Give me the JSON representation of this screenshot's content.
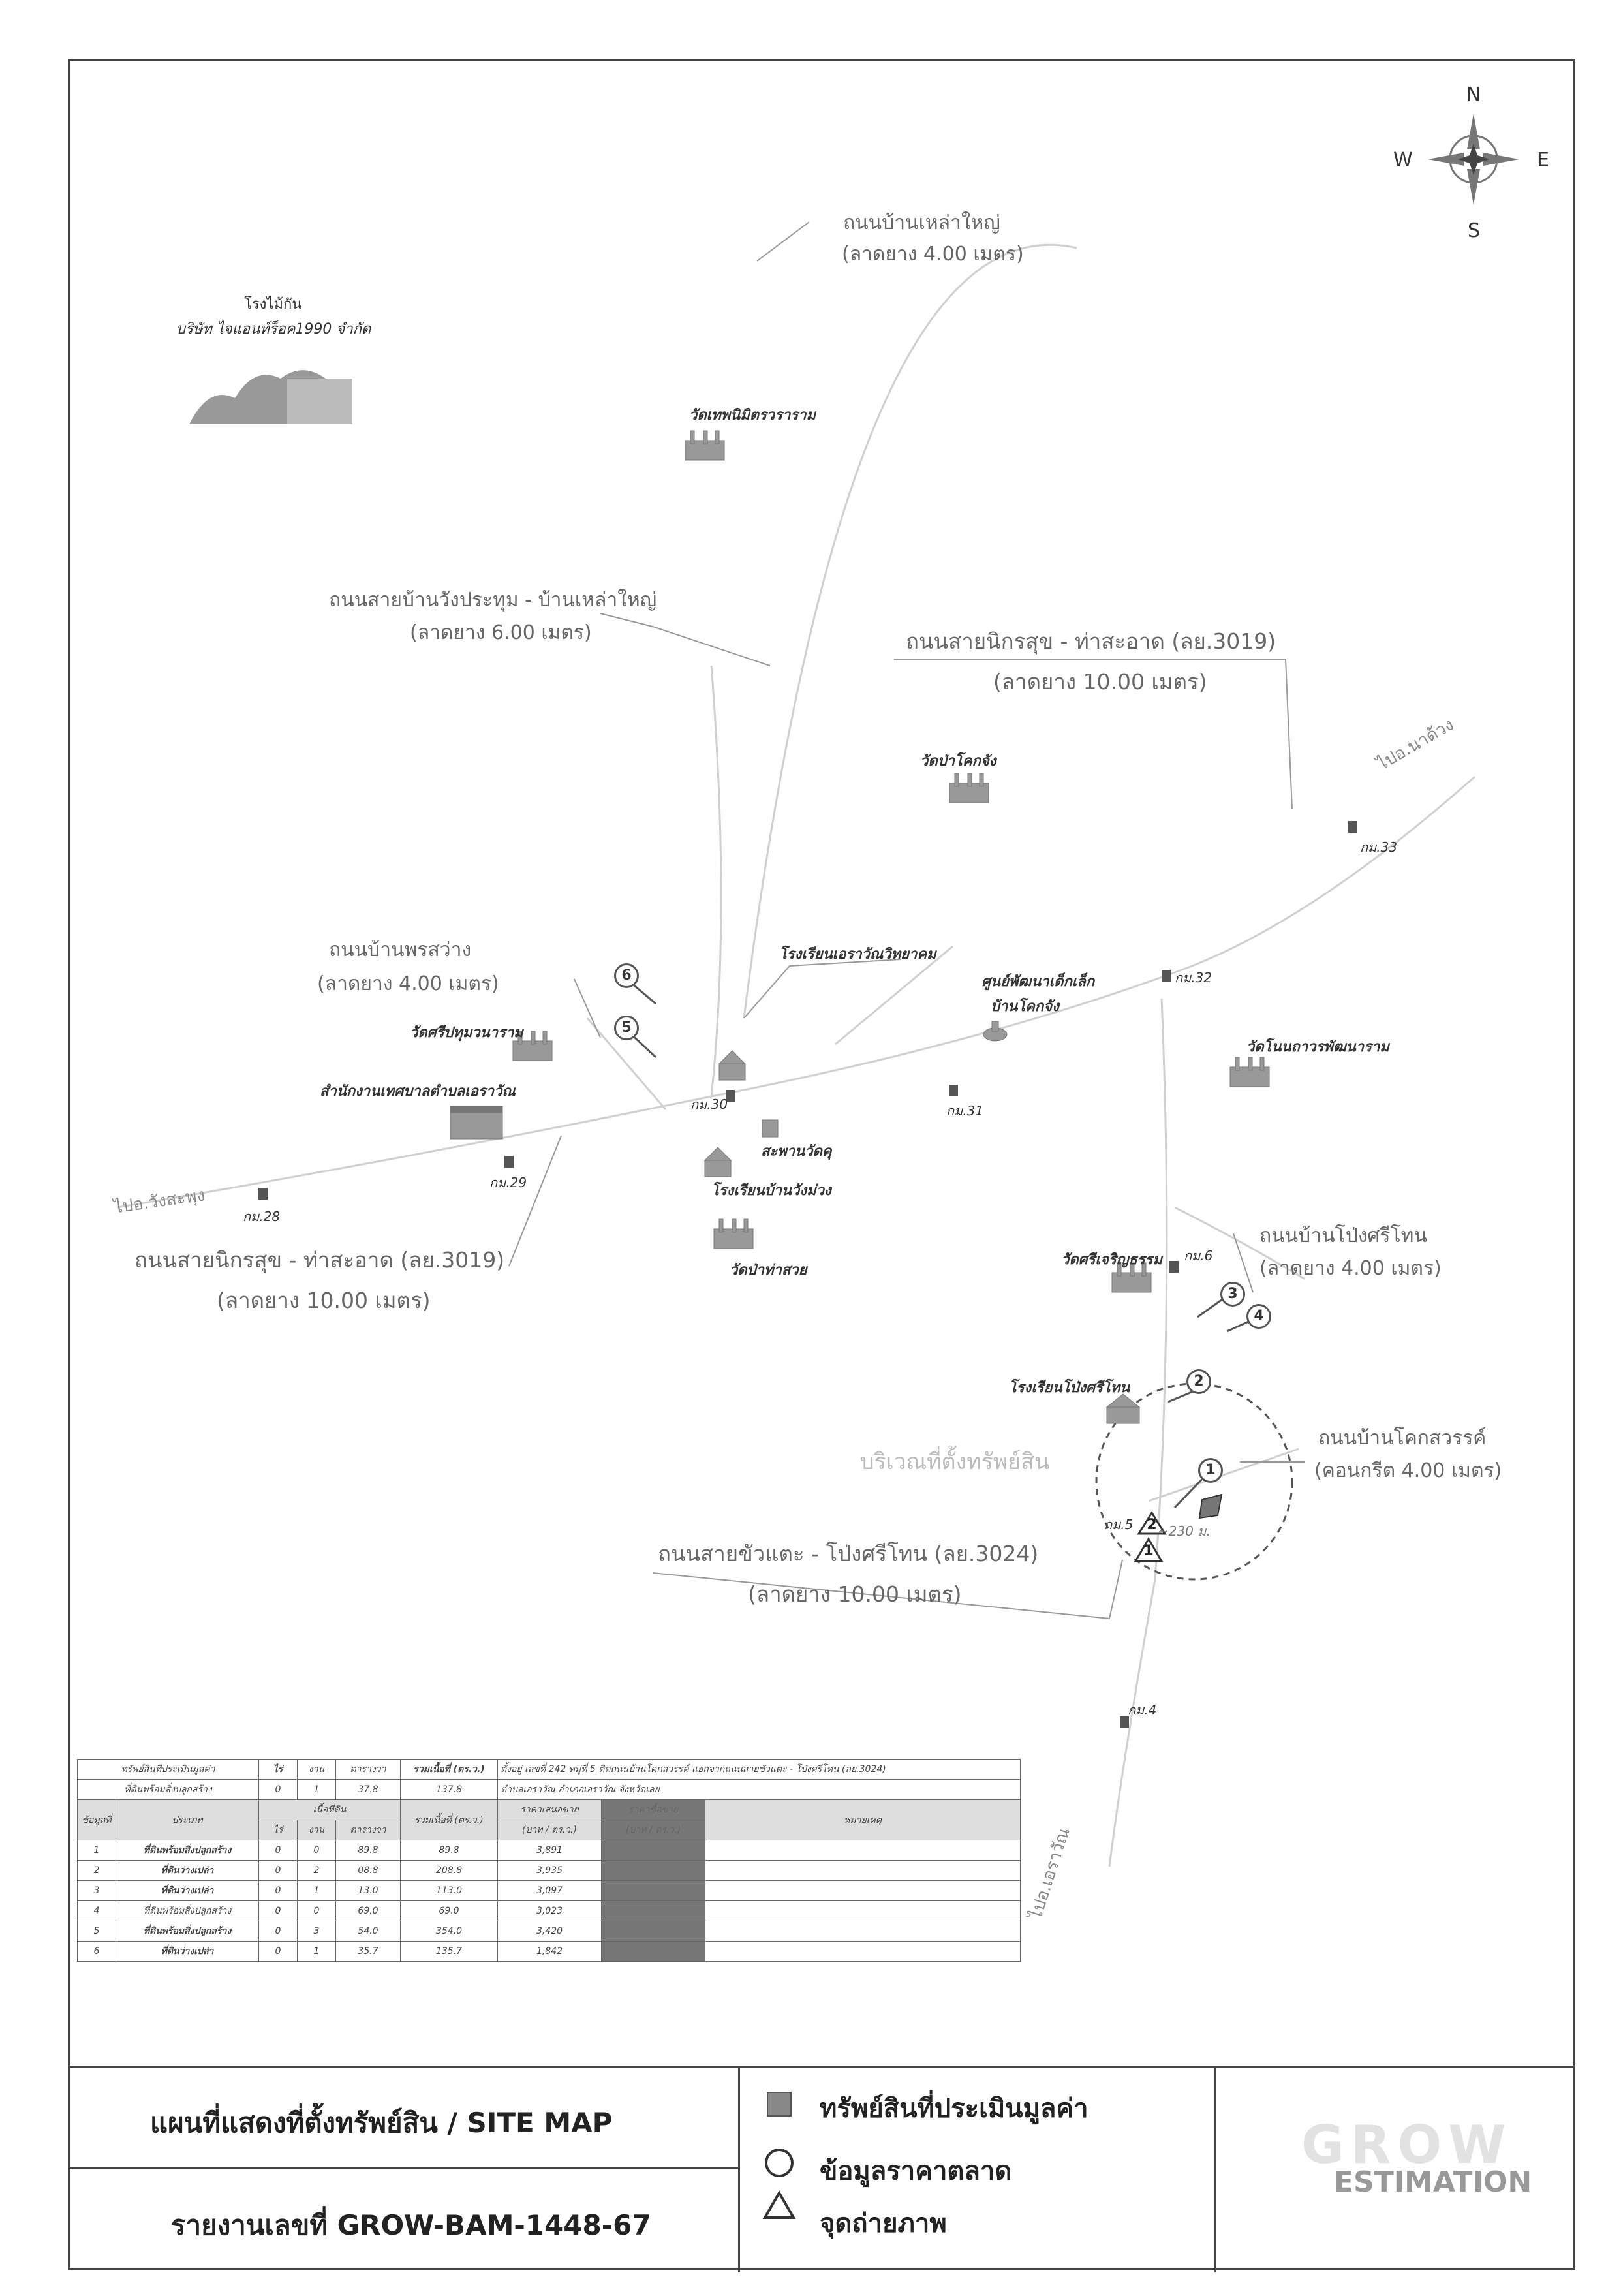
{
  "compass": {
    "n": "N",
    "s": "S",
    "e": "E",
    "w": "W"
  },
  "factory": {
    "name": "โรงไม้กัน",
    "company": "บริษัท ไจแอนท์ร็อค1990 จำกัด"
  },
  "roads": {
    "r1_name": "ถนนบ้านเหล่าใหญ่",
    "r1_width": "(ลาดยาง 4.00 เมตร)",
    "r2_name": "ถนนสายบ้านวังประทุม - บ้านเหล่าใหญ่",
    "r2_width": "(ลาดยาง 6.00 เมตร)",
    "r3_name": "ถนนสายนิกรสุข - ท่าสะอาด (ลย.3019)",
    "r3_width": "(ลาดยาง 10.00 เมตร)",
    "r4_name": "ถนนบ้านพรสว่าง",
    "r4_width": "(ลาดยาง 4.00 เมตร)",
    "r5_name": "ถนนสายนิกรสุข - ท่าสะอาด (ลย.3019)",
    "r5_width": "(ลาดยาง 10.00 เมตร)",
    "r6_name": "ถนนบ้านโป่งศรีโทน",
    "r6_width": "(ลาดยาง 4.00 เมตร)",
    "r7_name": "ถนนบ้านโคกสวรรค์",
    "r7_width": "(คอนกรีต 4.00 เมตร)",
    "r8_name": "ถนนสายขัวแตะ - โป่งศรีโทน (ลย.3024)",
    "r8_width": "(ลาดยาง 10.00 เมตร)"
  },
  "directions": {
    "d1": "ไปอ.นาด้วง",
    "d2": "ไปอ.วังสะพุง",
    "d3": "ไปอ.เอราวัณ"
  },
  "places": {
    "p1": "วัดเทพนิมิตรวราราม",
    "p2": "วัดป่าโคกจัง",
    "p3": "โรงเรียนเอราวัณวิทยาคม",
    "p4": "ศูนย์พัฒนาเด็กเล็ก",
    "p4b": "บ้านโคกจัง",
    "p5": "วัดศรีปทุมวนาราม",
    "p6": "สำนักงานเทศบาลตำบลเอราวัณ",
    "p7": "วัดโนนถาวรพัฒนาราม",
    "p8": "สะพานวัดคุ",
    "p9": "โรงเรียนบ้านวังม่วง",
    "p10": "วัดป่าท่าสวย",
    "p11": "วัดศรีเจริญธรรม",
    "p12": "โรงเรียนโป่งศรีโทน"
  },
  "km": {
    "k33": "กม.33",
    "k32": "กม.32",
    "k31": "กม.31",
    "k30": "กม.30",
    "k29": "กม.29",
    "k28": "กม.28",
    "k6": "กม.6",
    "k5": "กม.5",
    "k4": "กม.4"
  },
  "area_label": "บริเวณที่ตั้งทรัพย์สิน",
  "distance": "~230 ม.",
  "points": {
    "p1": "1",
    "p2": "2",
    "p3": "3",
    "p4": "4",
    "p5": "5",
    "p6": "6"
  },
  "photo_points": {
    "t1": "1",
    "t2": "2"
  },
  "table": {
    "r1": {
      "c1": "ทรัพย์สินที่ประเมินมูลค่า",
      "c2": "ไร่",
      "c3": "งาน",
      "c4": "ตารางวา",
      "c5": "รวมเนื้อที่ (ตร.ว.)",
      "c6": "ตั้งอยู่ เลขที่ 242 หมู่ที่ 5 ติดถนนบ้านโคกสวรรค์ แยกจากถนนสายขัวแตะ - โป่งศรีโทน (ลย.3024)"
    },
    "r2": {
      "c1": "ที่ดินพร้อมสิ่งปลูกสร้าง",
      "c2": "0",
      "c3": "1",
      "c4": "37.8",
      "c5": "137.8",
      "c6": "ตำบลเอราวัณ อำเภอเอราวัณ จังหวัดเลย"
    },
    "h1": {
      "c1": "ข้อมูลที่",
      "c2": "ประเภท",
      "c3": "เนื้อที่ดิน",
      "c4": "รวมเนื้อที่ (ตร.ว.)",
      "c5": "ราคาเสนอขาย",
      "c6": "ราคาซื้อขาย",
      "c7": "หมายเหตุ"
    },
    "h2": {
      "c1": "ไร่",
      "c2": "งาน",
      "c3": "ตารางวา",
      "c4": "(บาท / ตร.ว.)",
      "c5": "(บาท / ตร.ว.)"
    },
    "rows": [
      {
        "no": "1",
        "type": "ที่ดินพร้อมสิ่งปลูกสร้าง",
        "rai": "0",
        "ngan": "0",
        "wa": "89.8",
        "total": "89.8",
        "price": "3,891"
      },
      {
        "no": "2",
        "type": "ที่ดินว่างเปล่า",
        "rai": "0",
        "ngan": "2",
        "wa": "08.8",
        "total": "208.8",
        "price": "3,935"
      },
      {
        "no": "3",
        "type": "ที่ดินว่างเปล่า",
        "rai": "0",
        "ngan": "1",
        "wa": "13.0",
        "total": "113.0",
        "price": "3,097"
      },
      {
        "no": "4",
        "type": "ที่ดินพร้อมสิ่งปลูกสร้าง",
        "rai": "0",
        "ngan": "0",
        "wa": "69.0",
        "total": "69.0",
        "price": "3,023"
      },
      {
        "no": "5",
        "type": "ที่ดินพร้อมสิ่งปลูกสร้าง",
        "rai": "0",
        "ngan": "3",
        "wa": "54.0",
        "total": "354.0",
        "price": "3,420"
      },
      {
        "no": "6",
        "type": "ที่ดินว่างเปล่า",
        "rai": "0",
        "ngan": "1",
        "wa": "35.7",
        "total": "135.7",
        "price": "1,842"
      }
    ]
  },
  "footer": {
    "title": "แผนที่แสดงที่ตั้งทรัพย์สิน / SITE MAP",
    "report": "รายงานเลขที่ GROW-BAM-1448-67",
    "legend_asset": "ทรัพย์สินที่ประเมินมูลค่า",
    "legend_market": "ข้อมูลราคาตลาด",
    "legend_photo": "จุดถ่ายภาพ",
    "logo_text": "ESTIMATION",
    "logo_brand": "GROW"
  }
}
